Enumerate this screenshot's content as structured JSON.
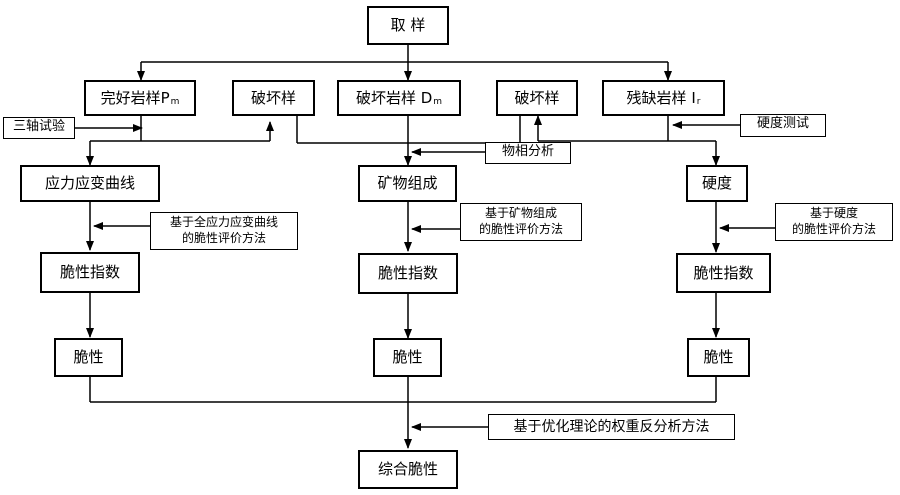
{
  "nodes": {
    "sampling": "取 样",
    "intact_rock": "完好岩样",
    "intact_rock_sub": "P",
    "intact_rock_sub2": "m",
    "broken_sample_left": "破坏样",
    "broken_rock": "破坏岩样 D",
    "broken_rock_sub": "m",
    "broken_sample_right": "破坏样",
    "residual_rock": "残缺岩样 I",
    "residual_rock_sub": "r",
    "stress_strain_curve": "应力应变曲线",
    "mineral_composition": "矿物组成",
    "hardness": "硬度",
    "brittleness_index_1": "脆性指数",
    "brittleness_index_2": "脆性指数",
    "brittleness_index_3": "脆性指数",
    "brittleness_1": "脆性",
    "brittleness_2": "脆性",
    "brittleness_3": "脆性",
    "composite_brittleness": "综合脆性"
  },
  "notes": {
    "triaxial_test": "三轴试验",
    "hardness_test": "硬度测试",
    "phase_analysis": "物相分析",
    "method_stress_strain": [
      "基于全应力应变曲线",
      "的脆性评价方法"
    ],
    "method_mineral": [
      "基于矿物组成",
      "的脆性评价方法"
    ],
    "method_hardness": [
      "基于硬度",
      "的脆性评价方法"
    ],
    "method_optimization": "基于优化理论的权重反分析方法"
  }
}
